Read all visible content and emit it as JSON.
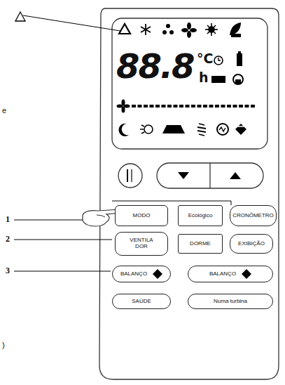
{
  "diagram": {
    "nodes": [
      {
        "text": [
          "MODO"
        ]
      },
      {
        "text": [
          "Ecológico"
        ]
      },
      {
        "text": [
          "CRONÔMETRO"
        ]
      },
      {
        "text": [
          "VENTILA DOR"
        ]
      },
      {
        "text": [
          "DORME"
        ]
      },
      {
        "text": [
          "EXIBIÇÃO"
        ]
      },
      {
        "text": [
          "BALANÇO"
        ]
      },
      {
        "text": [
          "BALANÇO"
        ]
      },
      {
        "text": [
          "SAÚDE"
        ]
      },
      {
        "text": [
          "Numa turbina"
        ]
      }
    ],
    "labels": [
      "88.8",
      "°C",
      "h",
      "e",
      "1",
      "2",
      "3",
      ")"
    ]
  }
}
